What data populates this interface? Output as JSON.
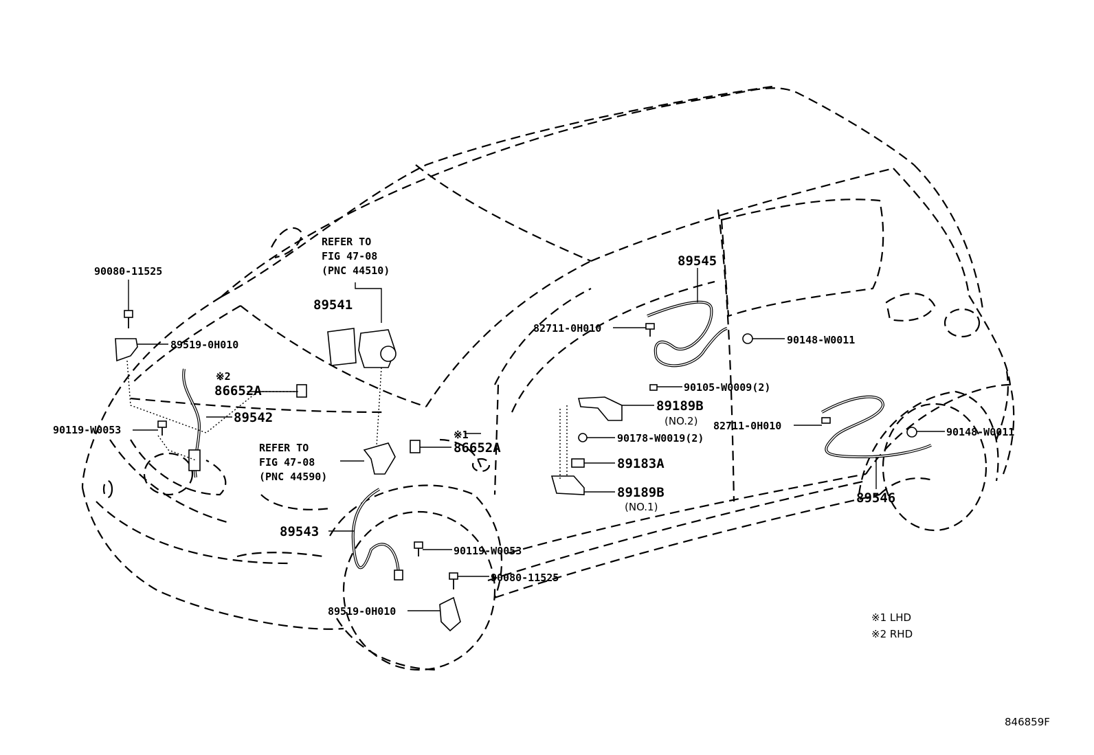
{
  "refer_ecu": [
    "REFER TO",
    "FIG 47-08",
    "(PNC 44510)"
  ],
  "refer_bracket": [
    "REFER TO",
    "FIG 47-08",
    "(PNC 44590)"
  ],
  "parts": {
    "p90080_11525_top": "90080-11525",
    "p89519_0h010_top": "89519-0H010",
    "rhd_mark": "※2",
    "p86652a_left": "86652A",
    "p89542": "89542",
    "p90119_w0053_left": "90119-W0053",
    "p89541": "89541",
    "lhd_mark": "※1",
    "p86652a_center": "86652A",
    "p89543": "89543",
    "p90119_w0053_bottom": "90119-W0053",
    "p90080_11525_bottom": "90080-11525",
    "p89519_0h010_bottom": "89519-0H010",
    "p89545": "89545",
    "p82711_0h010_top": "82711-0H010",
    "p90148_w0011_top": "90148-W0011",
    "p90105_w0009": "90105-W0009(2)",
    "p89189b_no2": "89189B",
    "no2": "(NO.2)",
    "p82711_0h010_right": "82711-0H010",
    "p90148_w0011_right": "90148-W0011",
    "p90178_w0019": "90178-W0019(2)",
    "p89183a": "89183A",
    "p89189b_no1": "89189B",
    "no1": "(NO.1)",
    "p89546": "89546"
  },
  "legend": [
    "※1 LHD",
    "※2 RHD"
  ],
  "figure_id": "846859F"
}
